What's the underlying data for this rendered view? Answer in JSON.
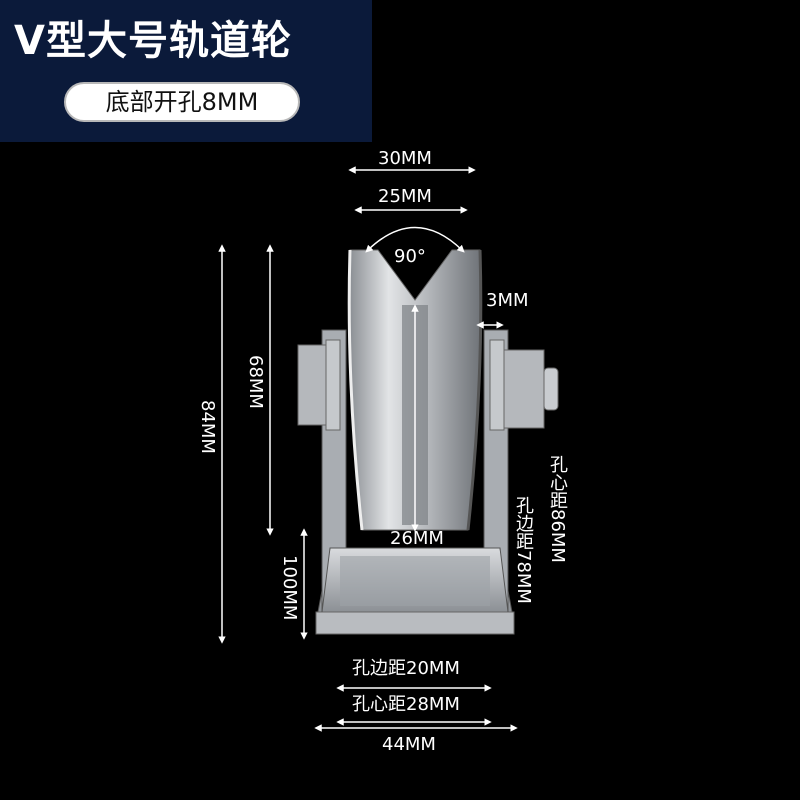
{
  "header": {
    "title": "V型大号轨道轮",
    "subtitle": "底部开孔8MM"
  },
  "dimensions": {
    "top_width_outer": "30MM",
    "top_width_inner": "25MM",
    "groove_angle": "90°",
    "flange_gap": "3MM",
    "height_total": "84MM",
    "height_wheel": "68MM",
    "height_100": "100MM",
    "groove_bottom": "26MM",
    "hole_center_side": "孔心距86MM",
    "hole_edge_side": "孔边距78MM",
    "hole_edge_bottom": "孔边距20MM",
    "hole_center_bottom": "孔心距28MM",
    "base_width": "44MM"
  },
  "colors": {
    "banner": "#0b1a3a",
    "background": "#000000",
    "metal": "#c9ccd0"
  }
}
